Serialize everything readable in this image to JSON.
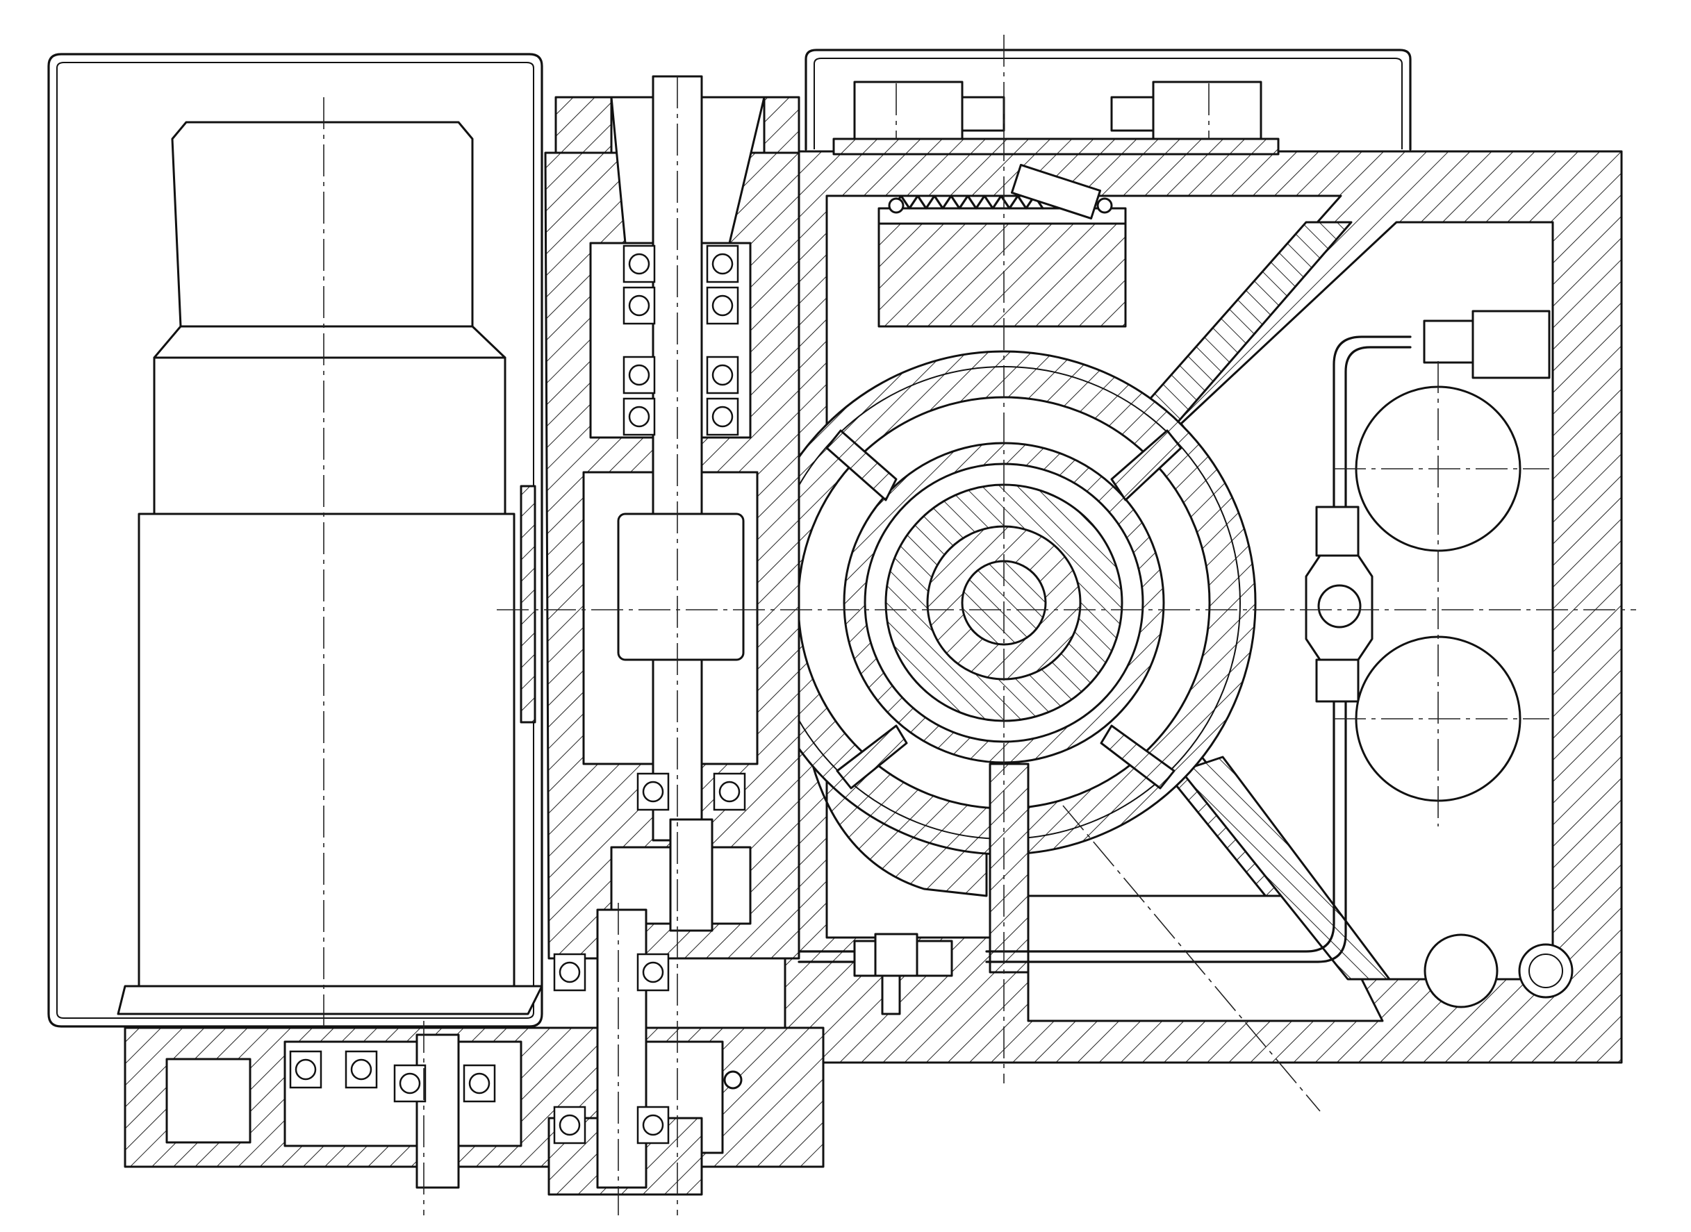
{
  "drawing": {
    "parts": {
      "motor": "electric-motor",
      "motor_cover": "motor-cover",
      "worm_shaft": "worm-shaft",
      "worm_wheel": "worm-wheel",
      "gearbox_housing": "gearbox-housing",
      "base_gearbox": "base-gear-train",
      "top_cover": "top-cover",
      "brake_block": "brake-block",
      "spring": "tension-spring",
      "oil_pipe": "oil-pipe",
      "valve": "valve",
      "inspection_openings": "inspection-openings",
      "bearings": "ball-bearings"
    },
    "style": {
      "line_color": "#111111",
      "background": "#ffffff"
    }
  }
}
